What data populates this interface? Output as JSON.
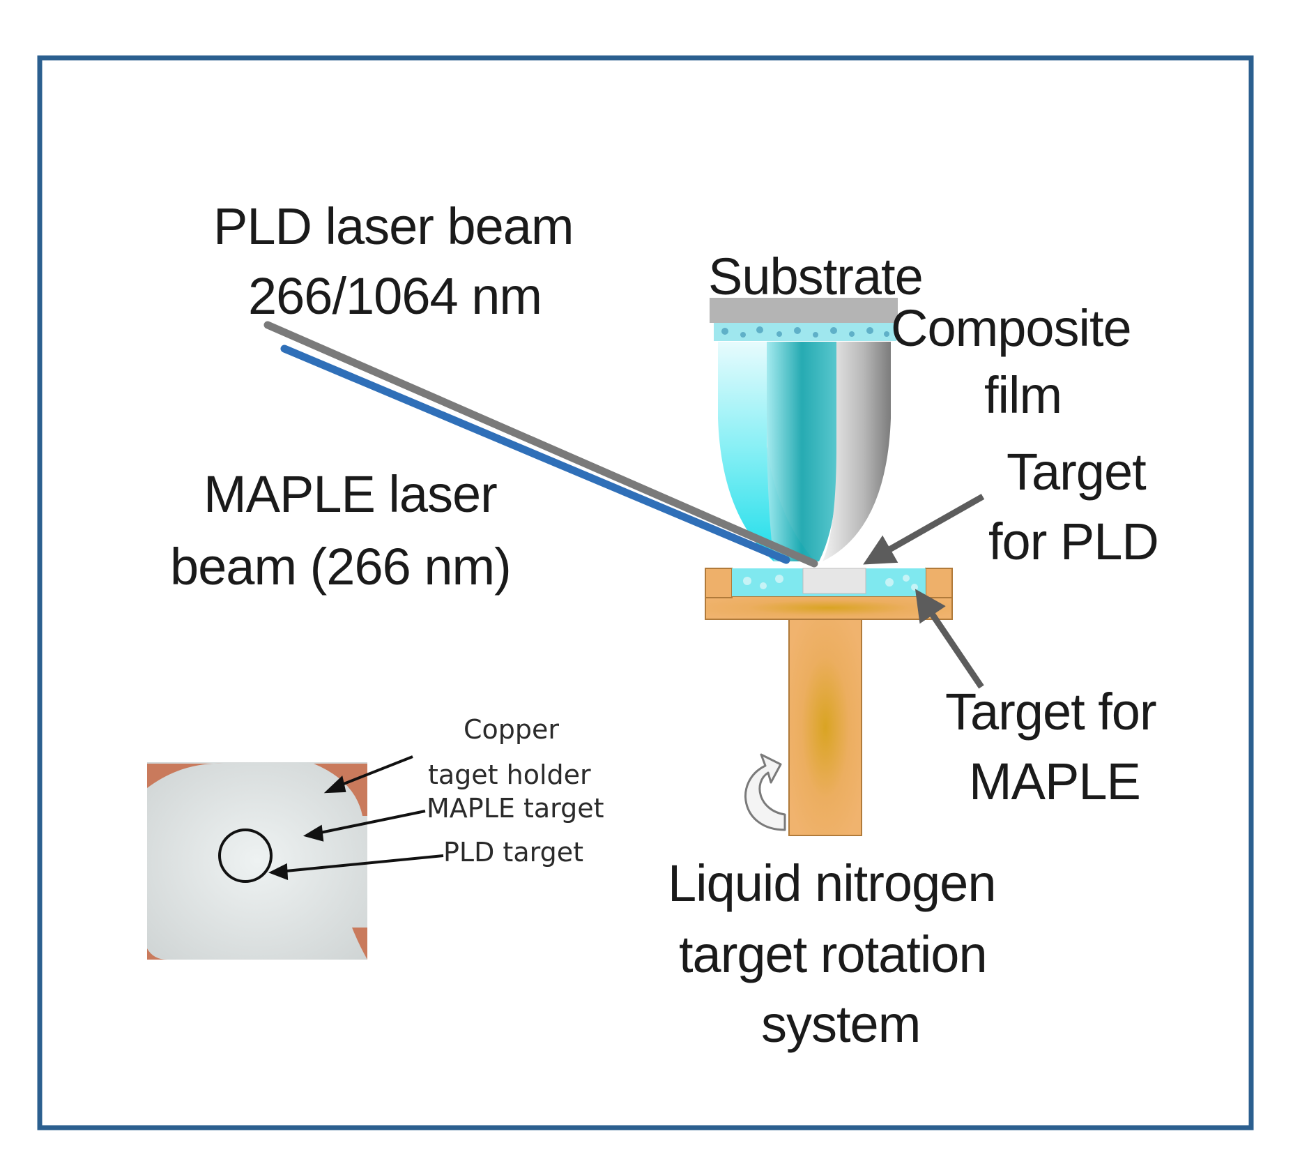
{
  "labels": {
    "pld_beam_line1": "PLD laser beam",
    "pld_beam_line2": "266/1064 nm",
    "substrate": "Substrate",
    "composite_line1": "Composite",
    "composite_line2": "film",
    "maple_beam_line1": "MAPLE laser",
    "maple_beam_line2": "beam  (266 nm)",
    "target_pld_line1": "Target",
    "target_pld_line2": "for PLD",
    "target_maple_line1": "Target for",
    "target_maple_line2": "MAPLE",
    "ln2_line1": "Liquid nitrogen",
    "ln2_line2": "target rotation",
    "ln2_line3": "system"
  },
  "inset": {
    "copper_line1": "Copper",
    "copper_line2": "taget holder",
    "maple_target": "MAPLE target",
    "pld_target": "PLD target"
  },
  "colors": {
    "frame": "#2b5f8f",
    "pld_beam": "#7a7a7a",
    "maple_beam": "#2f6fb8",
    "plume": "#22e0ec",
    "copper": "#e8a050",
    "substrate": "#b4b4b4"
  }
}
